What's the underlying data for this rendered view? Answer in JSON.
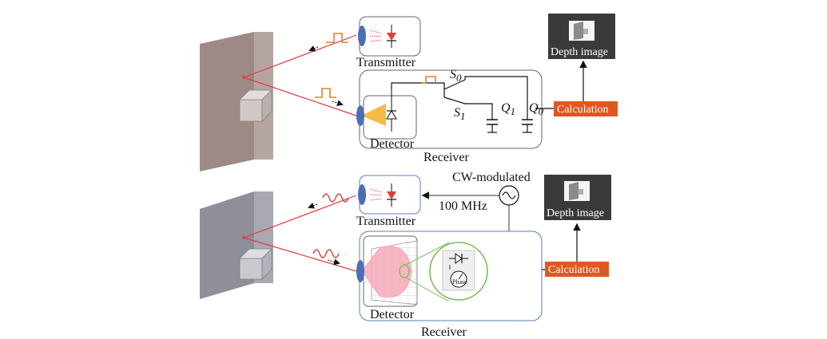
{
  "top": {
    "transmitter_label": "Transmitter",
    "detector_label": "Detector",
    "receiver_label": "Receiver",
    "switch_s0": "S",
    "switch_s0_sub": "0",
    "switch_s1": "S",
    "switch_s1_sub": "1",
    "cap_q1": "Q",
    "cap_q1_sub": "1",
    "cap_q0": "Q",
    "cap_q0_sub": "0",
    "calculation_label": "Calculation",
    "depth_image_label": "Depth image"
  },
  "bottom": {
    "transmitter_label": "Transmitter",
    "detector_label": "Detector",
    "receiver_label": "Receiver",
    "cw_label": "CW-modulated",
    "freq_label": "100 MHz",
    "phase_label": "Phase",
    "calculation_label": "Calculation",
    "depth_image_label": "Depth image"
  },
  "colors": {
    "wall_top": "#9d8a86",
    "wall_bottom": "#8e8f98",
    "calc_orange": "#e0581f",
    "pulse_orange": "#d88232",
    "laser_red": "#e23b3b",
    "lens_blue": "#4a6fb5",
    "beam_yellow": "#f2b431",
    "beam_pink": "#f4a9b8",
    "phase_green": "#7bbf5a"
  }
}
